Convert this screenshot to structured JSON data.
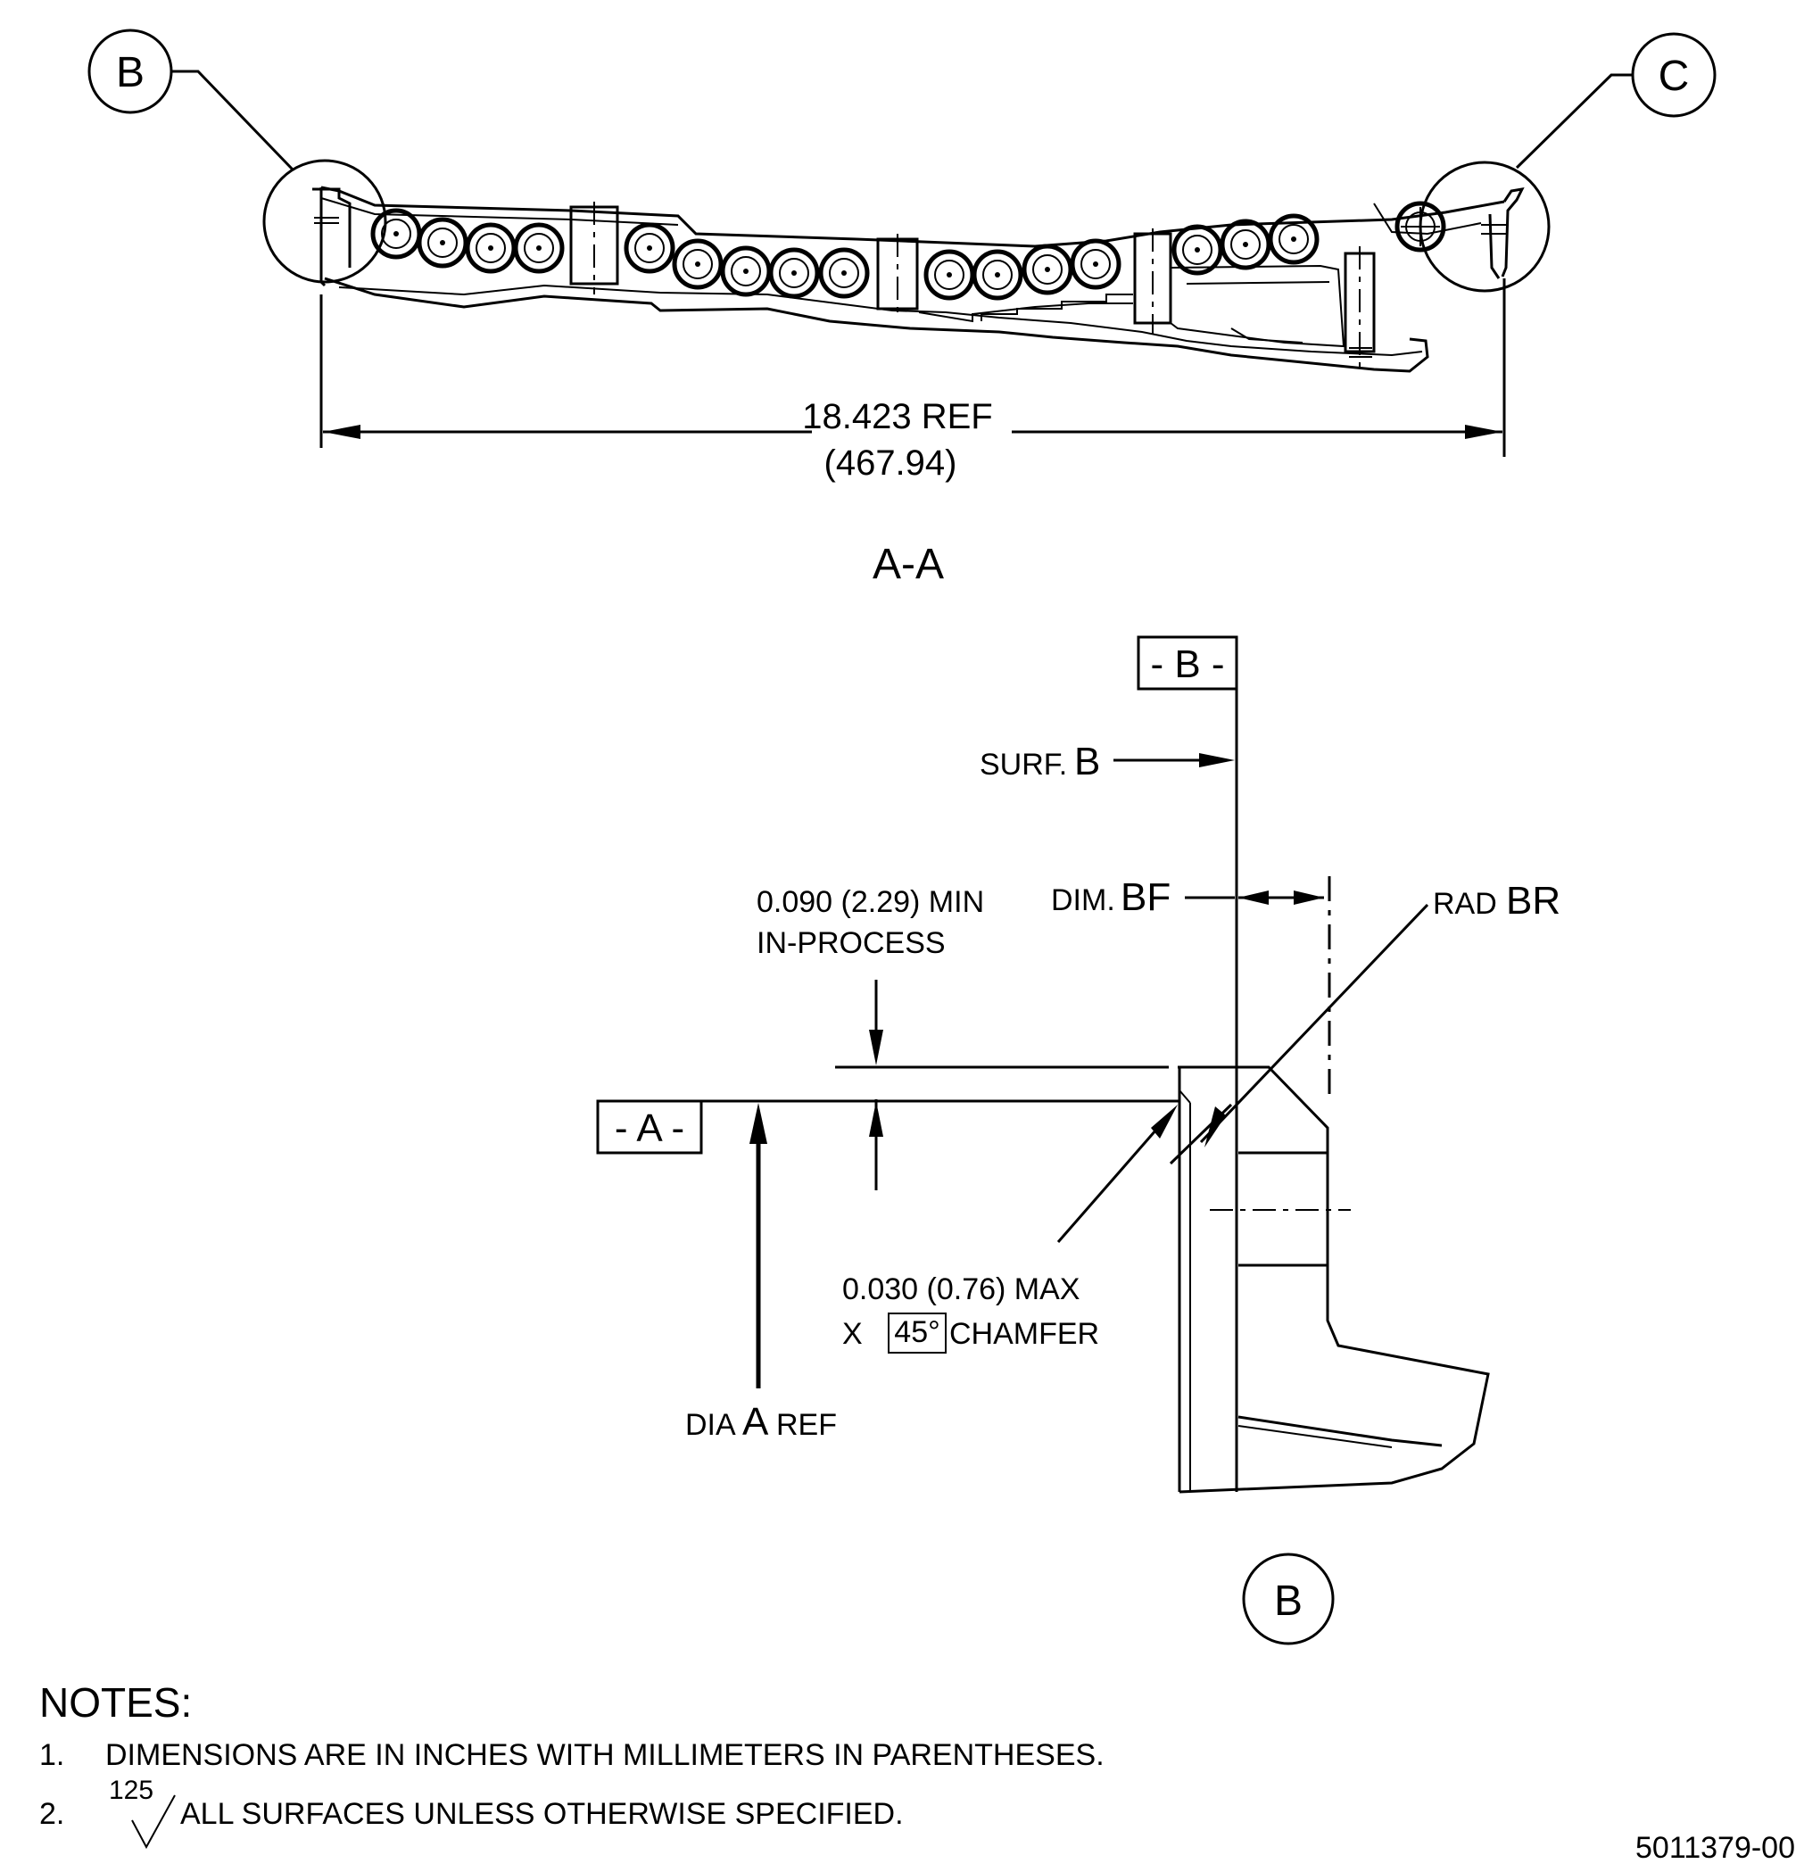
{
  "section_view": {
    "balloon_left": "B",
    "balloon_right": "C",
    "overall_dim": "18.423 REF",
    "overall_dim_mm": "(467.94)",
    "view_label": "A-A"
  },
  "detail_view": {
    "datum_b": "- B -",
    "datum_a": "- A -",
    "surf_label": "SURF.",
    "surf_letter": "B",
    "dim_label": "DIM.",
    "dim_letter": "BF",
    "rad_label": "RAD",
    "rad_letter": "BR",
    "min_line1": "0.090 (2.29) MIN",
    "min_line2": "IN-PROCESS",
    "chamfer_line1": "0.030 (0.76) MAX",
    "chamfer_x": "X",
    "chamfer_angle": "45°",
    "chamfer_word": "CHAMFER",
    "dia_label": "DIA",
    "dia_letter": "A",
    "dia_ref": "REF",
    "detail_balloon": "B"
  },
  "notes": {
    "heading": "NOTES:",
    "items": [
      {
        "num": "1.",
        "text": "DIMENSIONS ARE IN INCHES WITH MILLIMETERS IN PARENTHESES."
      },
      {
        "num": "2.",
        "roughness": "125",
        "text": "ALL SURFACES UNLESS OTHERWISE SPECIFIED."
      }
    ]
  },
  "drawing_number": "5011379-00"
}
